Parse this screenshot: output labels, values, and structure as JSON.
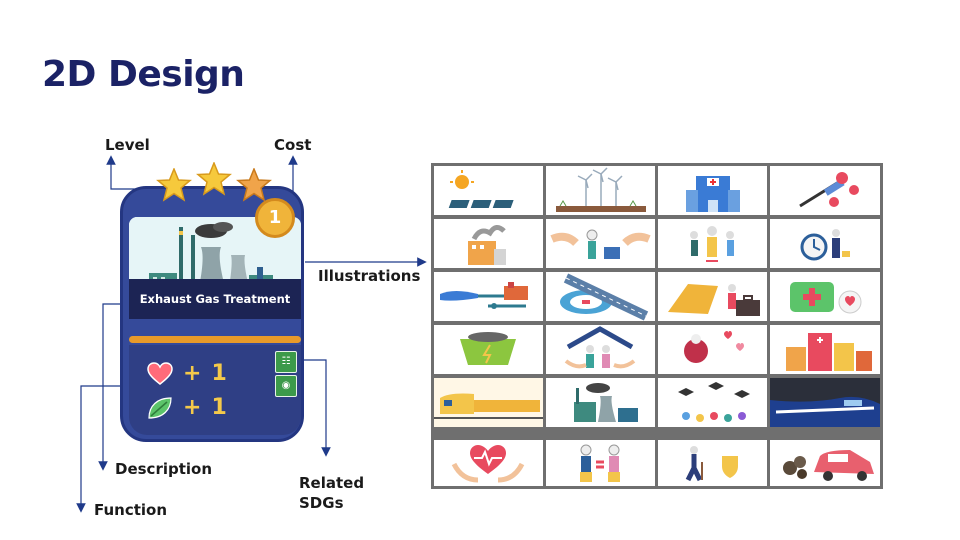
{
  "slide": {
    "title": "2D Design"
  },
  "labels": {
    "level": "Level",
    "cost": "Cost",
    "illustrations": "Illustrations",
    "description": "Description",
    "function": "Function",
    "related_sdgs_line1": "Related",
    "related_sdgs_line2": "SDGs"
  },
  "card": {
    "name": "Exhaust Gas Treatment",
    "cost_value": "1",
    "level_stars": 3,
    "stats": [
      {
        "icon": "heart-icon",
        "operator": "+",
        "value": "1"
      },
      {
        "icon": "leaf-icon",
        "operator": "+",
        "value": "1"
      }
    ],
    "colors": {
      "frame": "#354a9a",
      "name_band": "#1c2454",
      "divider": "#e89a2a",
      "stat_text": "#f4c94a"
    }
  },
  "illustrations": {
    "rows": 6,
    "cols": 4,
    "items": [
      "solar-panels-icon",
      "wind-turbines-icon",
      "hospital-icon",
      "vaccine-icon",
      "factory-smoke-icon",
      "caring-hands-people-icon",
      "team-people-icon",
      "clock-person-icon",
      "water-pipeline-icon",
      "highway-interchange-icon",
      "money-briefcase-icon",
      "medical-kit-icon",
      "recycling-cart-icon",
      "house-family-icon",
      "charity-hearts-icon",
      "city-buildings-icon",
      "train-station-icon",
      "factory-emission-icon",
      "graduation-caps-icon",
      "bullet-train-icon",
      "heart-hands-icon",
      "gender-equality-icon",
      "elderly-shield-icon",
      "car-pollution-icon"
    ]
  },
  "colors": {
    "title": "#1b2266",
    "arrow": "#1f3a8a",
    "grid_border": "#6f6f6f"
  }
}
